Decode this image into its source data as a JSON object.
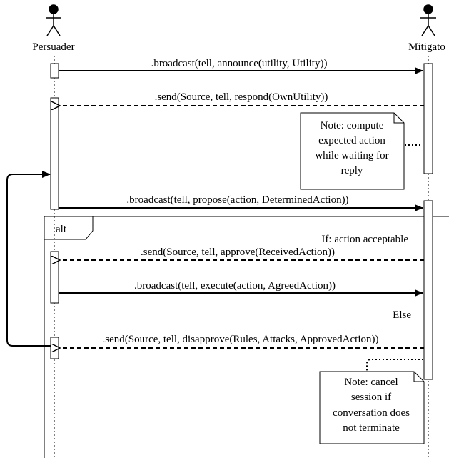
{
  "actors": {
    "left": {
      "name": "Persuader",
      "icon": "stick-figure-icon"
    },
    "right": {
      "name": "Mitigato",
      "icon": "stick-figure-icon"
    }
  },
  "messages": [
    {
      "id": "m1",
      "text": ".broadcast(tell, announce(utility, Utility))",
      "direction": "right",
      "style": "solid"
    },
    {
      "id": "m2",
      "text": ".send(Source, tell, respond(OwnUtility))",
      "direction": "left",
      "style": "dashed"
    },
    {
      "id": "m3",
      "text": ".broadcast(tell, propose(action, DeterminedAction))",
      "direction": "right",
      "style": "solid"
    },
    {
      "id": "m4",
      "text": ".send(Source, tell, approve(ReceivedAction))",
      "direction": "left",
      "style": "dashed"
    },
    {
      "id": "m5",
      "text": ".broadcast(tell, execute(action, AgreedAction))",
      "direction": "right",
      "style": "solid"
    },
    {
      "id": "m6",
      "text": ".send(Source, tell, disapprove(Rules, Attacks, ApprovedAction))",
      "direction": "left",
      "style": "dashed"
    }
  ],
  "notes": {
    "note1": {
      "lines": [
        "Note: compute",
        "expected action",
        "while waiting for",
        "reply"
      ]
    },
    "note2": {
      "lines": [
        "Note: cancel",
        "session if",
        "conversation does",
        "not terminate"
      ]
    }
  },
  "fragment": {
    "operator": "alt",
    "guard1": "If: action acceptable",
    "guard2": "Else"
  }
}
